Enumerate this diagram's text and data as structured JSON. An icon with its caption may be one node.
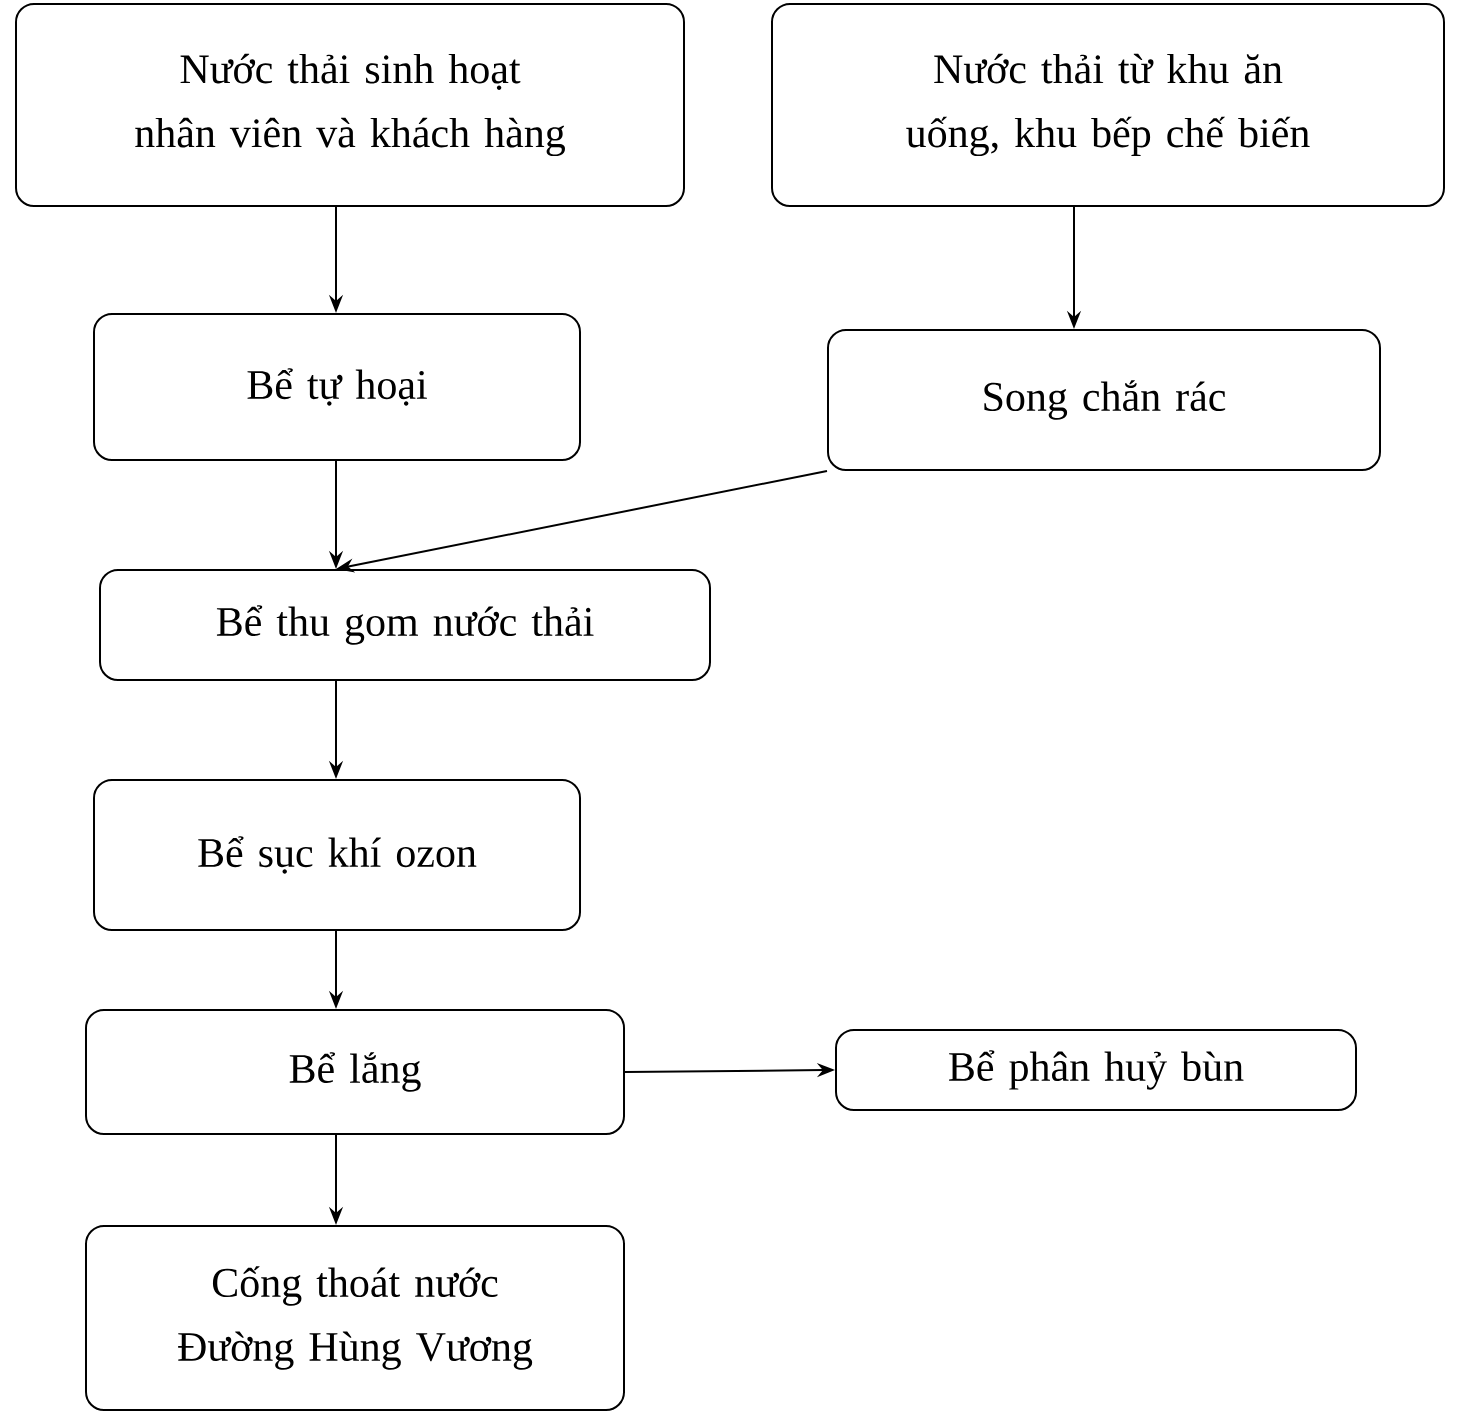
{
  "diagram": {
    "nodes": [
      {
        "text": [
          "Nước thải sinh hoạt nhân viên và khách hàng"
        ]
      },
      {
        "text": [
          "Nước thải từ khu ăn uống, khu bếp chế biến"
        ]
      },
      {
        "text": [
          "Bể tự hoại"
        ]
      },
      {
        "text": [
          "Song chắn rác"
        ]
      },
      {
        "text": [
          "Bể thu gom nước thải"
        ]
      },
      {
        "text": [
          "Bể sục khí ozon"
        ]
      },
      {
        "text": [
          "Bể lắng"
        ]
      },
      {
        "text": [
          "Bể phân huỷ bùn"
        ]
      },
      {
        "text": [
          "Cống thoát nước Đường Hùng Vương"
        ]
      }
    ],
    "edges": [
      {
        "from": 0,
        "to": 2,
        "arrow": "to"
      },
      {
        "from": 1,
        "to": 3,
        "arrow": "to"
      },
      {
        "from": 2,
        "to": 4,
        "arrow": "to"
      },
      {
        "from": 3,
        "to": 4,
        "arrow": "to"
      },
      {
        "from": 4,
        "to": 5,
        "arrow": "to"
      },
      {
        "from": 5,
        "to": 6,
        "arrow": "to"
      },
      {
        "from": 6,
        "to": 7,
        "arrow": "to"
      },
      {
        "from": 6,
        "to": 8,
        "arrow": "to"
      }
    ]
  }
}
